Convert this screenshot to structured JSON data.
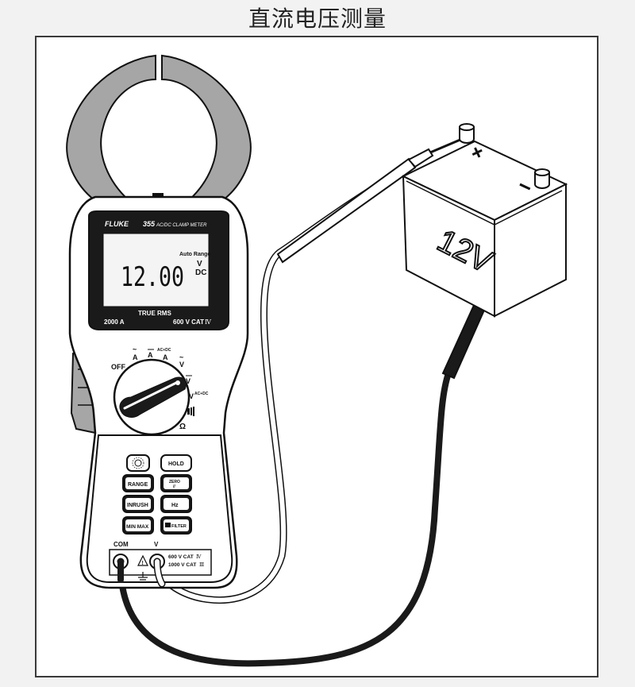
{
  "title": "直流电压测量",
  "meter": {
    "brand": "FLUKE",
    "model": "355",
    "subtitle": "AC/DC CLAMP METER",
    "display": {
      "reading": "12.00",
      "range_mode": "Auto Range",
      "unit": "V",
      "mode": "DC"
    },
    "true_rms": "TRUE RMS",
    "clamp_rating": "2000 A",
    "voltage_rating": "600 V CAT",
    "cat_numeral": "Ⅳ",
    "dial": {
      "off": "OFF",
      "ac_a": "A",
      "dc_a": "A",
      "acdc_a_top": "AC+DC",
      "acdc_a": "A",
      "ac_v": "V",
      "dc_v": "V",
      "acdc_v": "V",
      "acdc_v_sup": "AC+DC",
      "ohm": "Ω"
    },
    "buttons": {
      "hold": "HOLD",
      "range": "RANGE",
      "zero_top": "ZERO",
      "zero_bottom": "//",
      "inrush": "INRUSH",
      "hz": "Hz",
      "minmax": "MIN MAX",
      "filter": "FILTER"
    },
    "jacks": {
      "com": "COM",
      "v": "V",
      "rating1": "600 V CAT",
      "rating1_cat": "Ⅳ",
      "rating2": "1000 V CAT",
      "rating2_cat": "Ⅲ"
    }
  },
  "battery": {
    "label": "12V",
    "plus": "+",
    "minus": "−"
  },
  "colors": {
    "jaw": "#a6a6a6",
    "lead_black": "#1a1a1a",
    "lead_white": "#ffffff",
    "outline": "#111111"
  }
}
